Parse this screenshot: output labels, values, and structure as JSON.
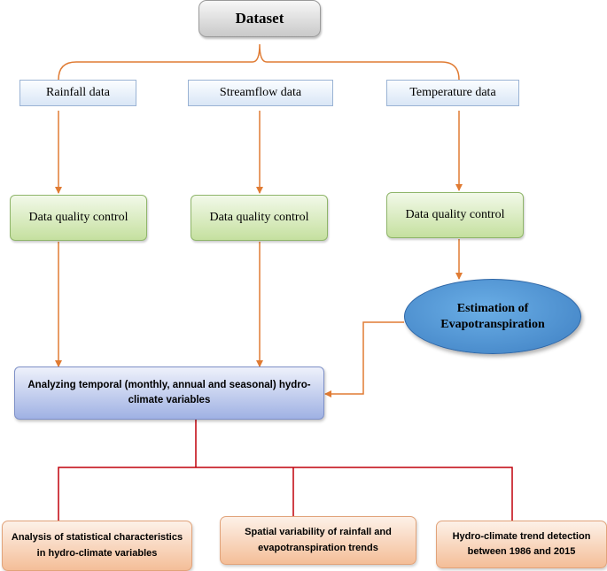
{
  "dataset": {
    "label": "Dataset"
  },
  "sources": [
    {
      "label": "Rainfall data"
    },
    {
      "label": "Streamflow data"
    },
    {
      "label": "Temperature data"
    }
  ],
  "quality": [
    {
      "label": "Data quality control"
    },
    {
      "label": "Data quality control"
    },
    {
      "label": "Data quality control"
    }
  ],
  "evapotranspiration": {
    "line1": "Estimation of",
    "line2": "Evapotranspiration"
  },
  "analysis": {
    "label": "Analyzing temporal (monthly, annual and seasonal) hydro-climate variables"
  },
  "outputs": [
    {
      "label": "Analysis of statistical characteristics in hydro-climate variables"
    },
    {
      "label": "Spatial variability of rainfall and evapotranspiration trends"
    },
    {
      "label": "Hydro-climate trend detection between 1986 and 2015"
    }
  ],
  "colors": {
    "arrow": "#e07b33",
    "bracket_top": "#e07b33",
    "bracket_bottom": "#c0000b"
  }
}
